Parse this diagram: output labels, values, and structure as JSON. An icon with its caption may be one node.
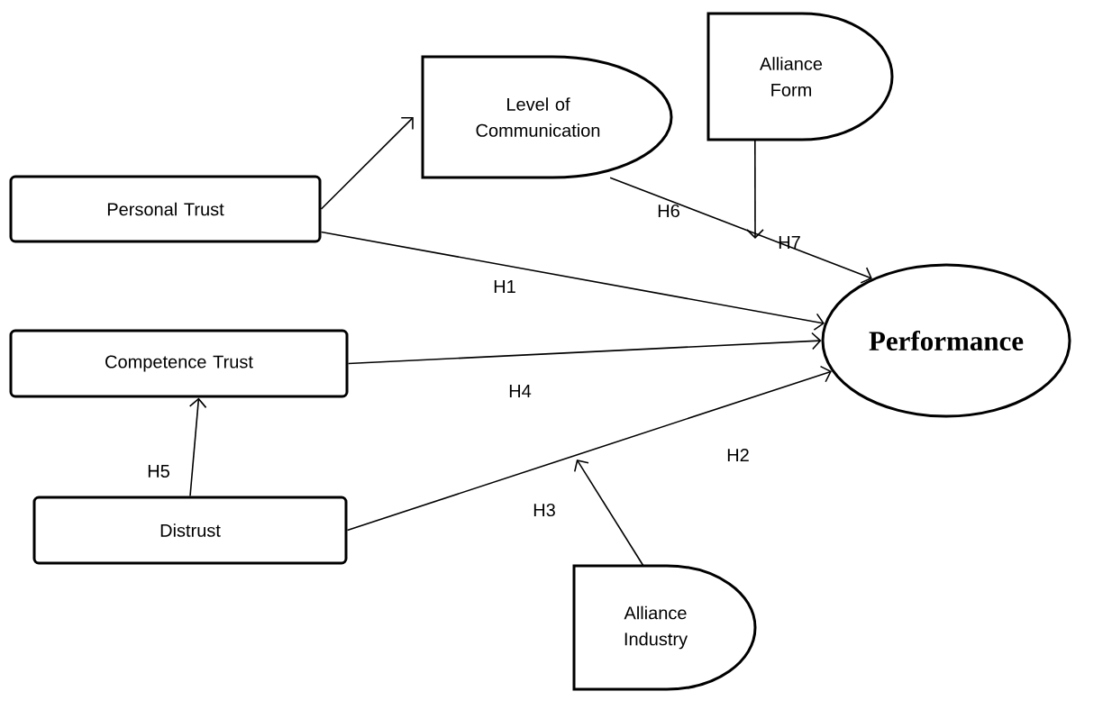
{
  "diagram": {
    "nodes": [
      {
        "text": [
          "Level of Communication"
        ]
      },
      {
        "text": [
          "Alliance Form"
        ]
      },
      {
        "text": [
          "Personal Trust"
        ]
      },
      {
        "text": [
          "Performance"
        ]
      },
      {
        "text": [
          "Competence Trust"
        ]
      },
      {
        "text": [
          "Distrust"
        ]
      },
      {
        "text": [
          "Alliance Industry"
        ]
      }
    ],
    "edges": [
      {
        "from": 2,
        "to": 0,
        "arrow": "to"
      },
      {
        "from": 0,
        "to": 3,
        "arrow": "to",
        "label": "H6"
      },
      {
        "from": 1,
        "to": null,
        "arrow": "to",
        "label": "H7"
      },
      {
        "from": 2,
        "to": 3,
        "arrow": "to",
        "label": "H1"
      },
      {
        "from": 4,
        "to": 3,
        "arrow": "to",
        "label": "H4"
      },
      {
        "from": 5,
        "to": 4,
        "arrow": "to",
        "label": "H5"
      },
      {
        "from": 5,
        "to": 3,
        "arrow": "to",
        "label": "H2"
      },
      {
        "from": 6,
        "to": null,
        "arrow": "to",
        "label": "H3"
      }
    ]
  }
}
